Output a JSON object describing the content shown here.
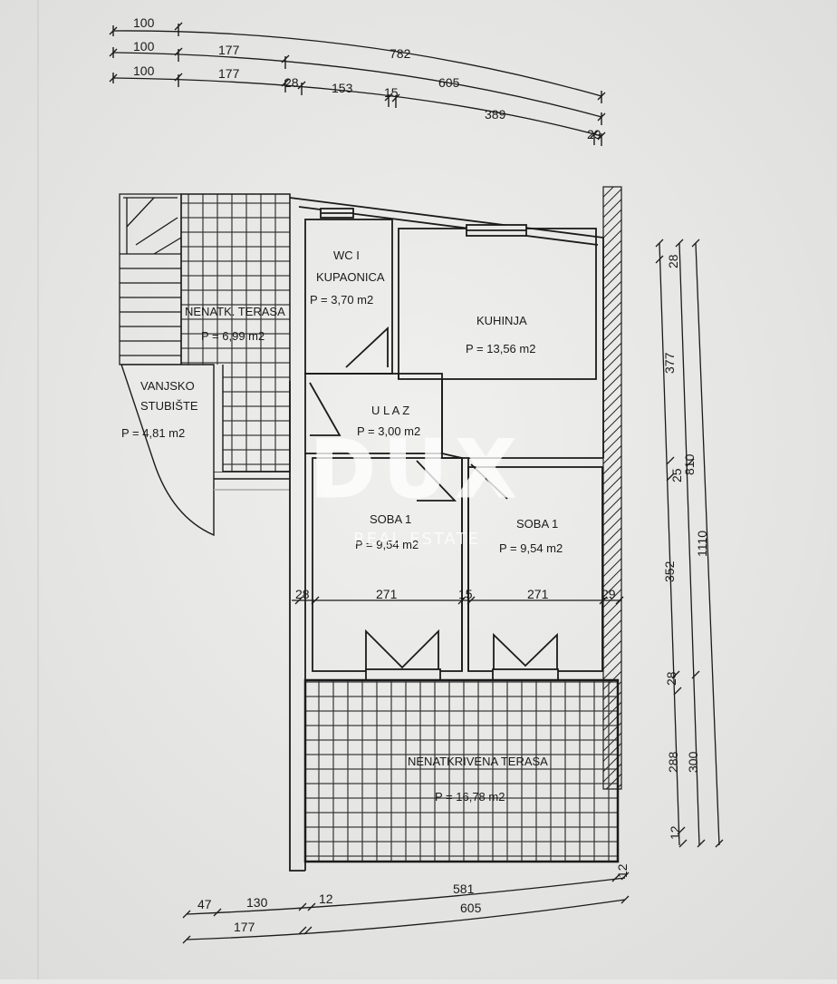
{
  "top_dimensions": {
    "row1": [
      "100",
      "782"
    ],
    "row2": [
      "100",
      "177",
      "605"
    ],
    "row3": [
      "100",
      "177",
      "28",
      "153",
      "15",
      "389",
      "29"
    ]
  },
  "rooms": {
    "wc": {
      "name_line1": "WC I",
      "name_line2": "KUPAONICA",
      "area": "P = 3,70 m2"
    },
    "kitchen": {
      "name": "KUHINJA",
      "area": "P = 13,56 m2"
    },
    "entrance": {
      "name": "U L A Z",
      "area": "P = 3,00 m2"
    },
    "uncovered_terrace_top": {
      "name": "NENATK. TERASA",
      "area": "P = 6,99 m2"
    },
    "exterior_stairs": {
      "name_line1": "VANJSKO",
      "name_line2": "STUBIŠTE",
      "area": "P = 4,81 m2"
    },
    "room1_left": {
      "name": "SOBA 1",
      "area": "P = 9,54 m2"
    },
    "room1_right": {
      "name": "SOBA 1",
      "area": "P = 9,54 m2"
    },
    "uncovered_terrace_bottom": {
      "name": "NENATKRIVENA TERASA",
      "area": "P = 16,78 m2"
    }
  },
  "inner_dimensions": [
    "28",
    "271",
    "15",
    "271",
    "29"
  ],
  "right_dimensions": {
    "col1": [
      "28",
      "377",
      "25",
      "352",
      "28",
      "288",
      "12"
    ],
    "col2": [
      "810",
      "300"
    ],
    "col3": [
      "1110"
    ]
  },
  "bottom_dimensions": {
    "row1": [
      "47",
      "130",
      "12",
      "581",
      "12"
    ],
    "row2": [
      "177",
      "605"
    ]
  },
  "watermark": {
    "main": "DUX",
    "sub": "REAL ESTATE"
  },
  "colors": {
    "paper": "#e9e9e7",
    "ink": "#1b1b1b",
    "hatch": "#2a2a2a"
  }
}
